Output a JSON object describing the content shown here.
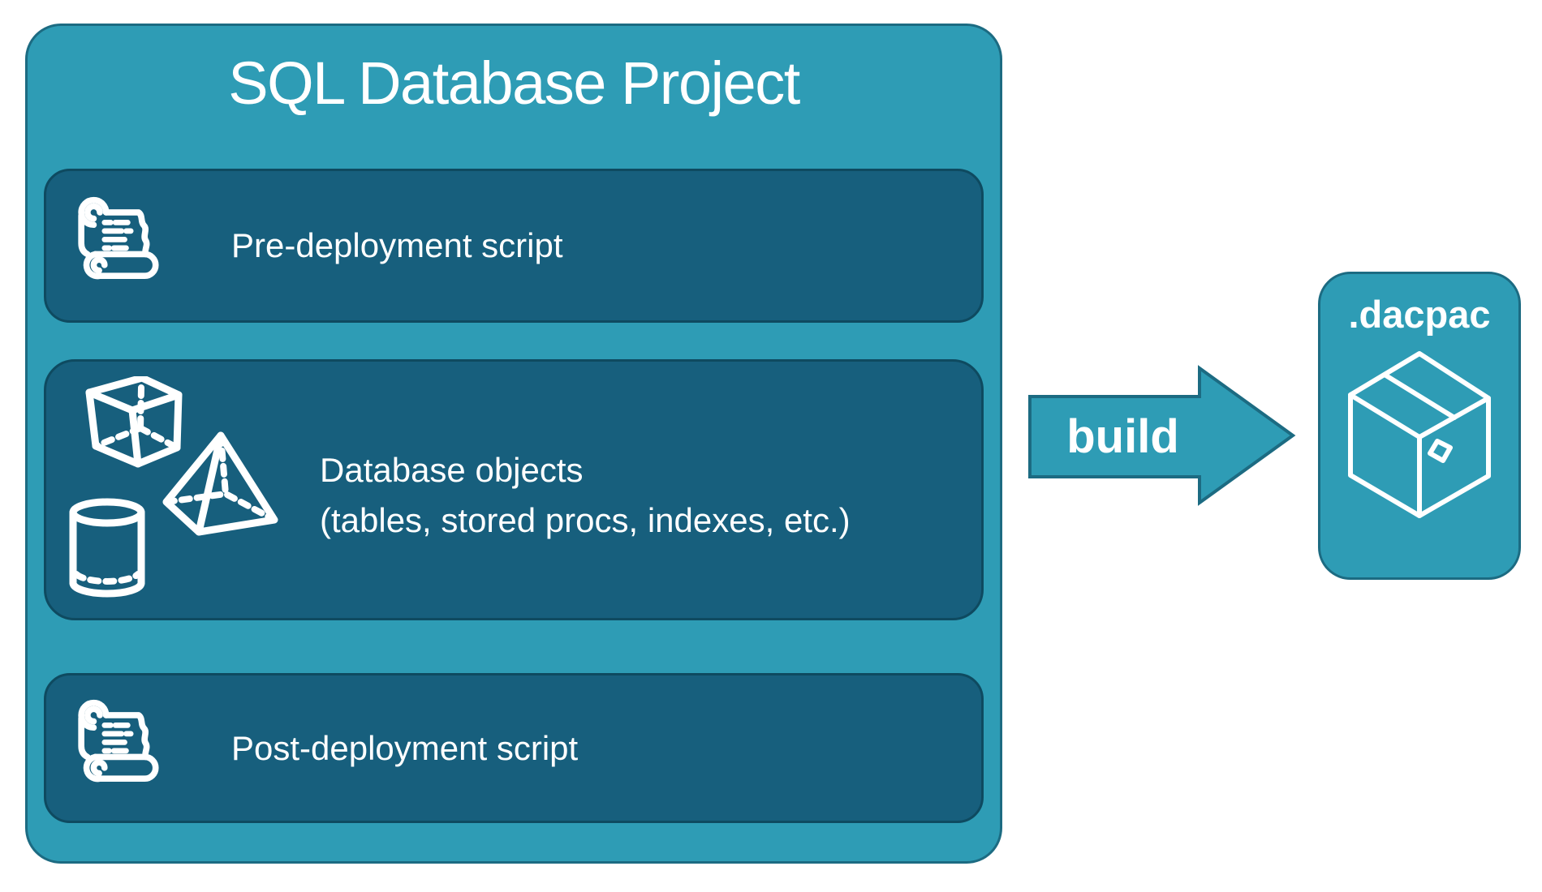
{
  "project": {
    "title": "SQL Database Project",
    "items": [
      {
        "id": "pre-deployment",
        "label": "Pre-deployment script",
        "icon": "scroll-icon"
      },
      {
        "id": "database-objects",
        "label": "Database objects",
        "sublabel": "(tables, stored procs, indexes, etc.)",
        "icon": "shapes-icon"
      },
      {
        "id": "post-deployment",
        "label": "Post-deployment script",
        "icon": "scroll-icon"
      }
    ]
  },
  "arrow": {
    "label": "build"
  },
  "output": {
    "title": ".dacpac",
    "icon": "package-icon"
  },
  "colors": {
    "teal": "#2E9CB5",
    "teal_border": "#1C6B82",
    "dark": "#175F7D",
    "dark_border": "#0E4A60",
    "text": "#FFFFFF",
    "background": "#FFFFFF"
  }
}
